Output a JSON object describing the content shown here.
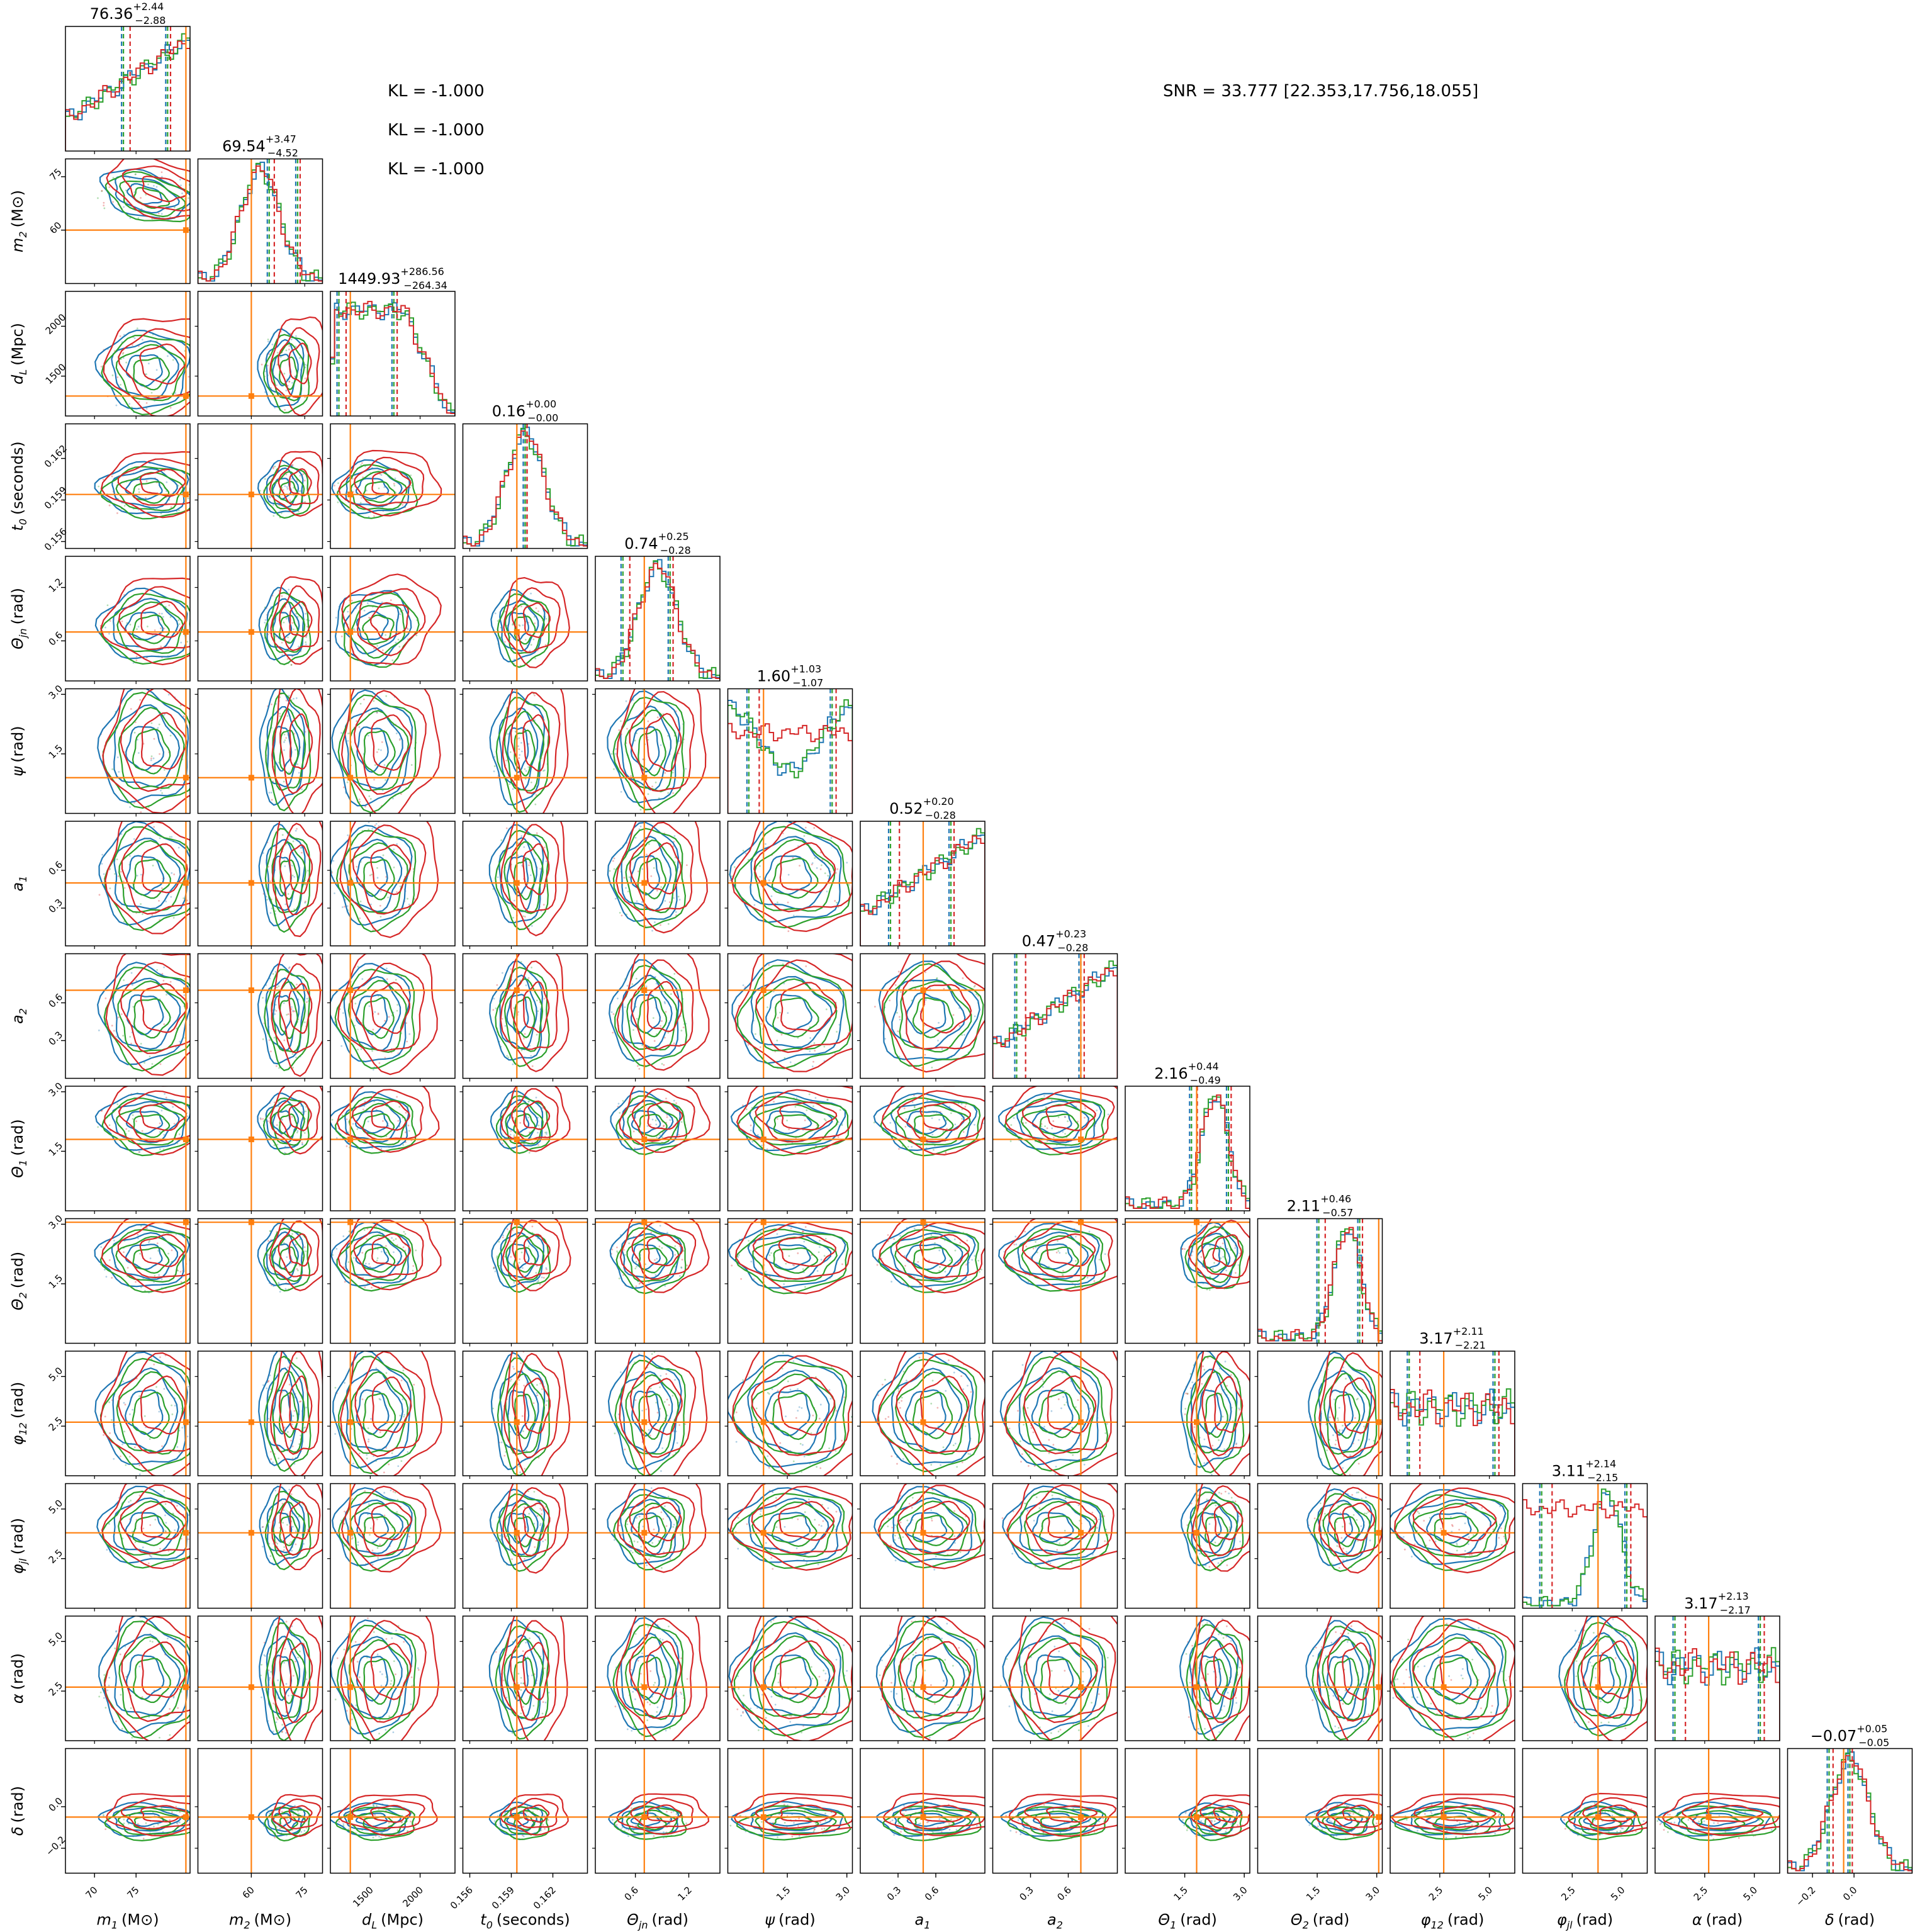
{
  "figure": {
    "annotations": [
      {
        "id": "kl1",
        "text": "KL = -1.000"
      },
      {
        "id": "kl2",
        "text": "KL = -1.000"
      },
      {
        "id": "kl3",
        "text": "KL = -1.000"
      },
      {
        "id": "snr",
        "text": "SNR = 33.777 [22.353,17.756,18.055]"
      }
    ],
    "colors": {
      "truth": "#ff7f0e",
      "series_blue": "#1f77b4",
      "series_green": "#2ca02c",
      "series_red": "#d62728",
      "frame": "#000000"
    }
  },
  "chart_data": {
    "type": "corner",
    "grid": false,
    "legend": "none",
    "series": [
      {
        "color": "#1f77b4"
      },
      {
        "color": "#2ca02c"
      },
      {
        "color": "#d62728"
      }
    ],
    "parameters": [
      {
        "label": "m_1 (M_⊙)",
        "label_main": "m",
        "label_sub": "1",
        "label_unit": "(M⊙)",
        "range": [
          66.5,
          81.5
        ],
        "ticks": [
          70,
          75
        ],
        "tick_labels": [
          "70",
          "75"
        ],
        "truth": 81.0,
        "title_value": "76.36",
        "title_plus": "+2.44",
        "title_minus": "−2.88",
        "hist_shape": "rising",
        "kde_center": 76.4,
        "kde_spread": 3.5,
        "corr_group": "mass"
      },
      {
        "label": "m_2 (M_⊙)",
        "label_main": "m",
        "label_sub": "2",
        "label_unit": "(M⊙)",
        "range": [
          45,
          80
        ],
        "ticks": [
          60,
          75
        ],
        "tick_labels": [
          "60",
          "75"
        ],
        "truth": 60.0,
        "title_value": "69.54",
        "title_plus": "+3.47",
        "title_minus": "−4.52",
        "hist_shape": "peak",
        "kde_center": 69.5,
        "kde_spread": 4.0,
        "corr_group": "mass"
      },
      {
        "label": "d_L (Mpc)",
        "label_main": "d",
        "label_sub": "L",
        "label_unit": "(Mpc)",
        "range": [
          1100,
          2350
        ],
        "ticks": [
          1500,
          2000
        ],
        "tick_labels": [
          "1500",
          "2000"
        ],
        "truth": 1300,
        "title_value": "1449.93",
        "title_plus": "+286.56",
        "title_minus": "−264.34",
        "hist_shape": "plateau",
        "kde_center": 1550,
        "kde_spread": 250,
        "corr_group": "dist"
      },
      {
        "label": "t_0 (seconds)",
        "label_main": "t",
        "label_sub": "0",
        "label_unit": "(seconds)",
        "range": [
          0.1555,
          0.1645
        ],
        "ticks": [
          0.156,
          0.159,
          0.162
        ],
        "tick_labels": [
          "0.156",
          "0.159",
          "0.162"
        ],
        "truth": 0.1594,
        "title_value": "0.16",
        "title_plus": "+0.00",
        "title_minus": "−0.00",
        "hist_shape": "peak",
        "kde_center": 0.1597,
        "kde_spread": 0.0012,
        "corr_group": "time"
      },
      {
        "label": "Θ_jn (rad)",
        "label_main": "Θ",
        "label_sub": "jn",
        "label_unit": "(rad)",
        "range": [
          0.15,
          1.55
        ],
        "ticks": [
          0.6,
          1.2
        ],
        "tick_labels": [
          "0.6",
          "1.2"
        ],
        "truth": 0.7,
        "title_value": "0.74",
        "title_plus": "+0.25",
        "title_minus": "−0.28",
        "hist_shape": "peak",
        "kde_center": 0.75,
        "kde_spread": 0.25,
        "corr_group": "dist"
      },
      {
        "label": "ψ (rad)",
        "label_main": "ψ",
        "label_sub": "",
        "label_unit": "(rad)",
        "range": [
          0,
          3.14
        ],
        "ticks": [
          1.5,
          3.0
        ],
        "tick_labels": [
          "1.5",
          "3.0"
        ],
        "truth": 0.9,
        "title_value": "1.60",
        "title_plus": "+1.03",
        "title_minus": "−1.07",
        "hist_shape": "bimodal",
        "kde_center": 1.6,
        "kde_spread": 0.9,
        "corr_group": "none"
      },
      {
        "label": "a_1",
        "label_main": "a",
        "label_sub": "1",
        "label_unit": "",
        "range": [
          0,
          0.99
        ],
        "ticks": [
          0.3,
          0.6
        ],
        "tick_labels": [
          "0.3",
          "0.6"
        ],
        "truth": 0.5,
        "title_value": "0.52",
        "title_plus": "+0.20",
        "title_minus": "−0.28",
        "hist_shape": "rising",
        "kde_center": 0.55,
        "kde_spread": 0.25,
        "corr_group": "spin"
      },
      {
        "label": "a_2",
        "label_main": "a",
        "label_sub": "2",
        "label_unit": "",
        "range": [
          0,
          0.99
        ],
        "ticks": [
          0.3,
          0.6
        ],
        "tick_labels": [
          "0.3",
          "0.6"
        ],
        "truth": 0.7,
        "title_value": "0.47",
        "title_plus": "+0.23",
        "title_minus": "−0.28",
        "hist_shape": "rising",
        "kde_center": 0.5,
        "kde_spread": 0.25,
        "corr_group": "spin"
      },
      {
        "label": "Θ_1 (rad)",
        "label_main": "Θ",
        "label_sub": "1",
        "label_unit": "(rad)",
        "range": [
          0,
          3.14
        ],
        "ticks": [
          1.5,
          3.0
        ],
        "tick_labels": [
          "1.5",
          "3.0"
        ],
        "truth": 1.8,
        "title_value": "2.16",
        "title_plus": "+0.44",
        "title_minus": "−0.49",
        "hist_shape": "peak_high",
        "kde_center": 2.2,
        "kde_spread": 0.45,
        "corr_group": "tilt"
      },
      {
        "label": "Θ_2 (rad)",
        "label_main": "Θ",
        "label_sub": "2",
        "label_unit": "(rad)",
        "range": [
          0,
          3.14
        ],
        "ticks": [
          1.5,
          3.0
        ],
        "tick_labels": [
          "1.5",
          "3.0"
        ],
        "truth": 3.05,
        "title_value": "2.11",
        "title_plus": "+0.46",
        "title_minus": "−0.57",
        "hist_shape": "peak_high",
        "kde_center": 2.15,
        "kde_spread": 0.5,
        "corr_group": "tilt"
      },
      {
        "label": "φ_12 (rad)",
        "label_main": "φ",
        "label_sub": "12",
        "label_unit": "(rad)",
        "range": [
          0,
          6.28
        ],
        "ticks": [
          2.5,
          5.0
        ],
        "tick_labels": [
          "2.5",
          "5.0"
        ],
        "truth": 2.7,
        "title_value": "3.17",
        "title_plus": "+2.11",
        "title_minus": "−2.21",
        "hist_shape": "flat",
        "kde_center": 3.14,
        "kde_spread": 1.8,
        "corr_group": "none"
      },
      {
        "label": "φ_jl (rad)",
        "label_main": "φ",
        "label_sub": "jl",
        "label_unit": "(rad)",
        "range": [
          0,
          6.28
        ],
        "ticks": [
          2.5,
          5.0
        ],
        "tick_labels": [
          "2.5",
          "5.0"
        ],
        "truth": 3.8,
        "title_value": "3.11",
        "title_plus": "+2.14",
        "title_minus": "−2.15",
        "hist_shape": "flat_peak",
        "kde_center": 4.0,
        "kde_spread": 1.2,
        "corr_group": "none"
      },
      {
        "label": "α (rad)",
        "label_main": "α",
        "label_sub": "",
        "label_unit": "(rad)",
        "range": [
          0,
          6.28
        ],
        "ticks": [
          2.5,
          5.0
        ],
        "tick_labels": [
          "2.5",
          "5.0"
        ],
        "truth": 2.7,
        "title_value": "3.17",
        "title_plus": "+2.13",
        "title_minus": "−2.17",
        "hist_shape": "flat_spike",
        "kde_center": 3.14,
        "kde_spread": 1.8,
        "corr_group": "none"
      },
      {
        "label": "δ (rad)",
        "label_main": "δ",
        "label_sub": "",
        "label_unit": "(rad)",
        "range": [
          -0.32,
          0.28
        ],
        "ticks": [
          -0.2,
          0.0
        ],
        "tick_labels": [
          "−0.2",
          "0.0"
        ],
        "truth": -0.05,
        "title_value": "−0.07",
        "title_plus": "+0.05",
        "title_minus": "−0.05",
        "hist_shape": "peak",
        "kde_center": -0.07,
        "kde_spread": 0.05,
        "corr_group": "none"
      }
    ]
  }
}
